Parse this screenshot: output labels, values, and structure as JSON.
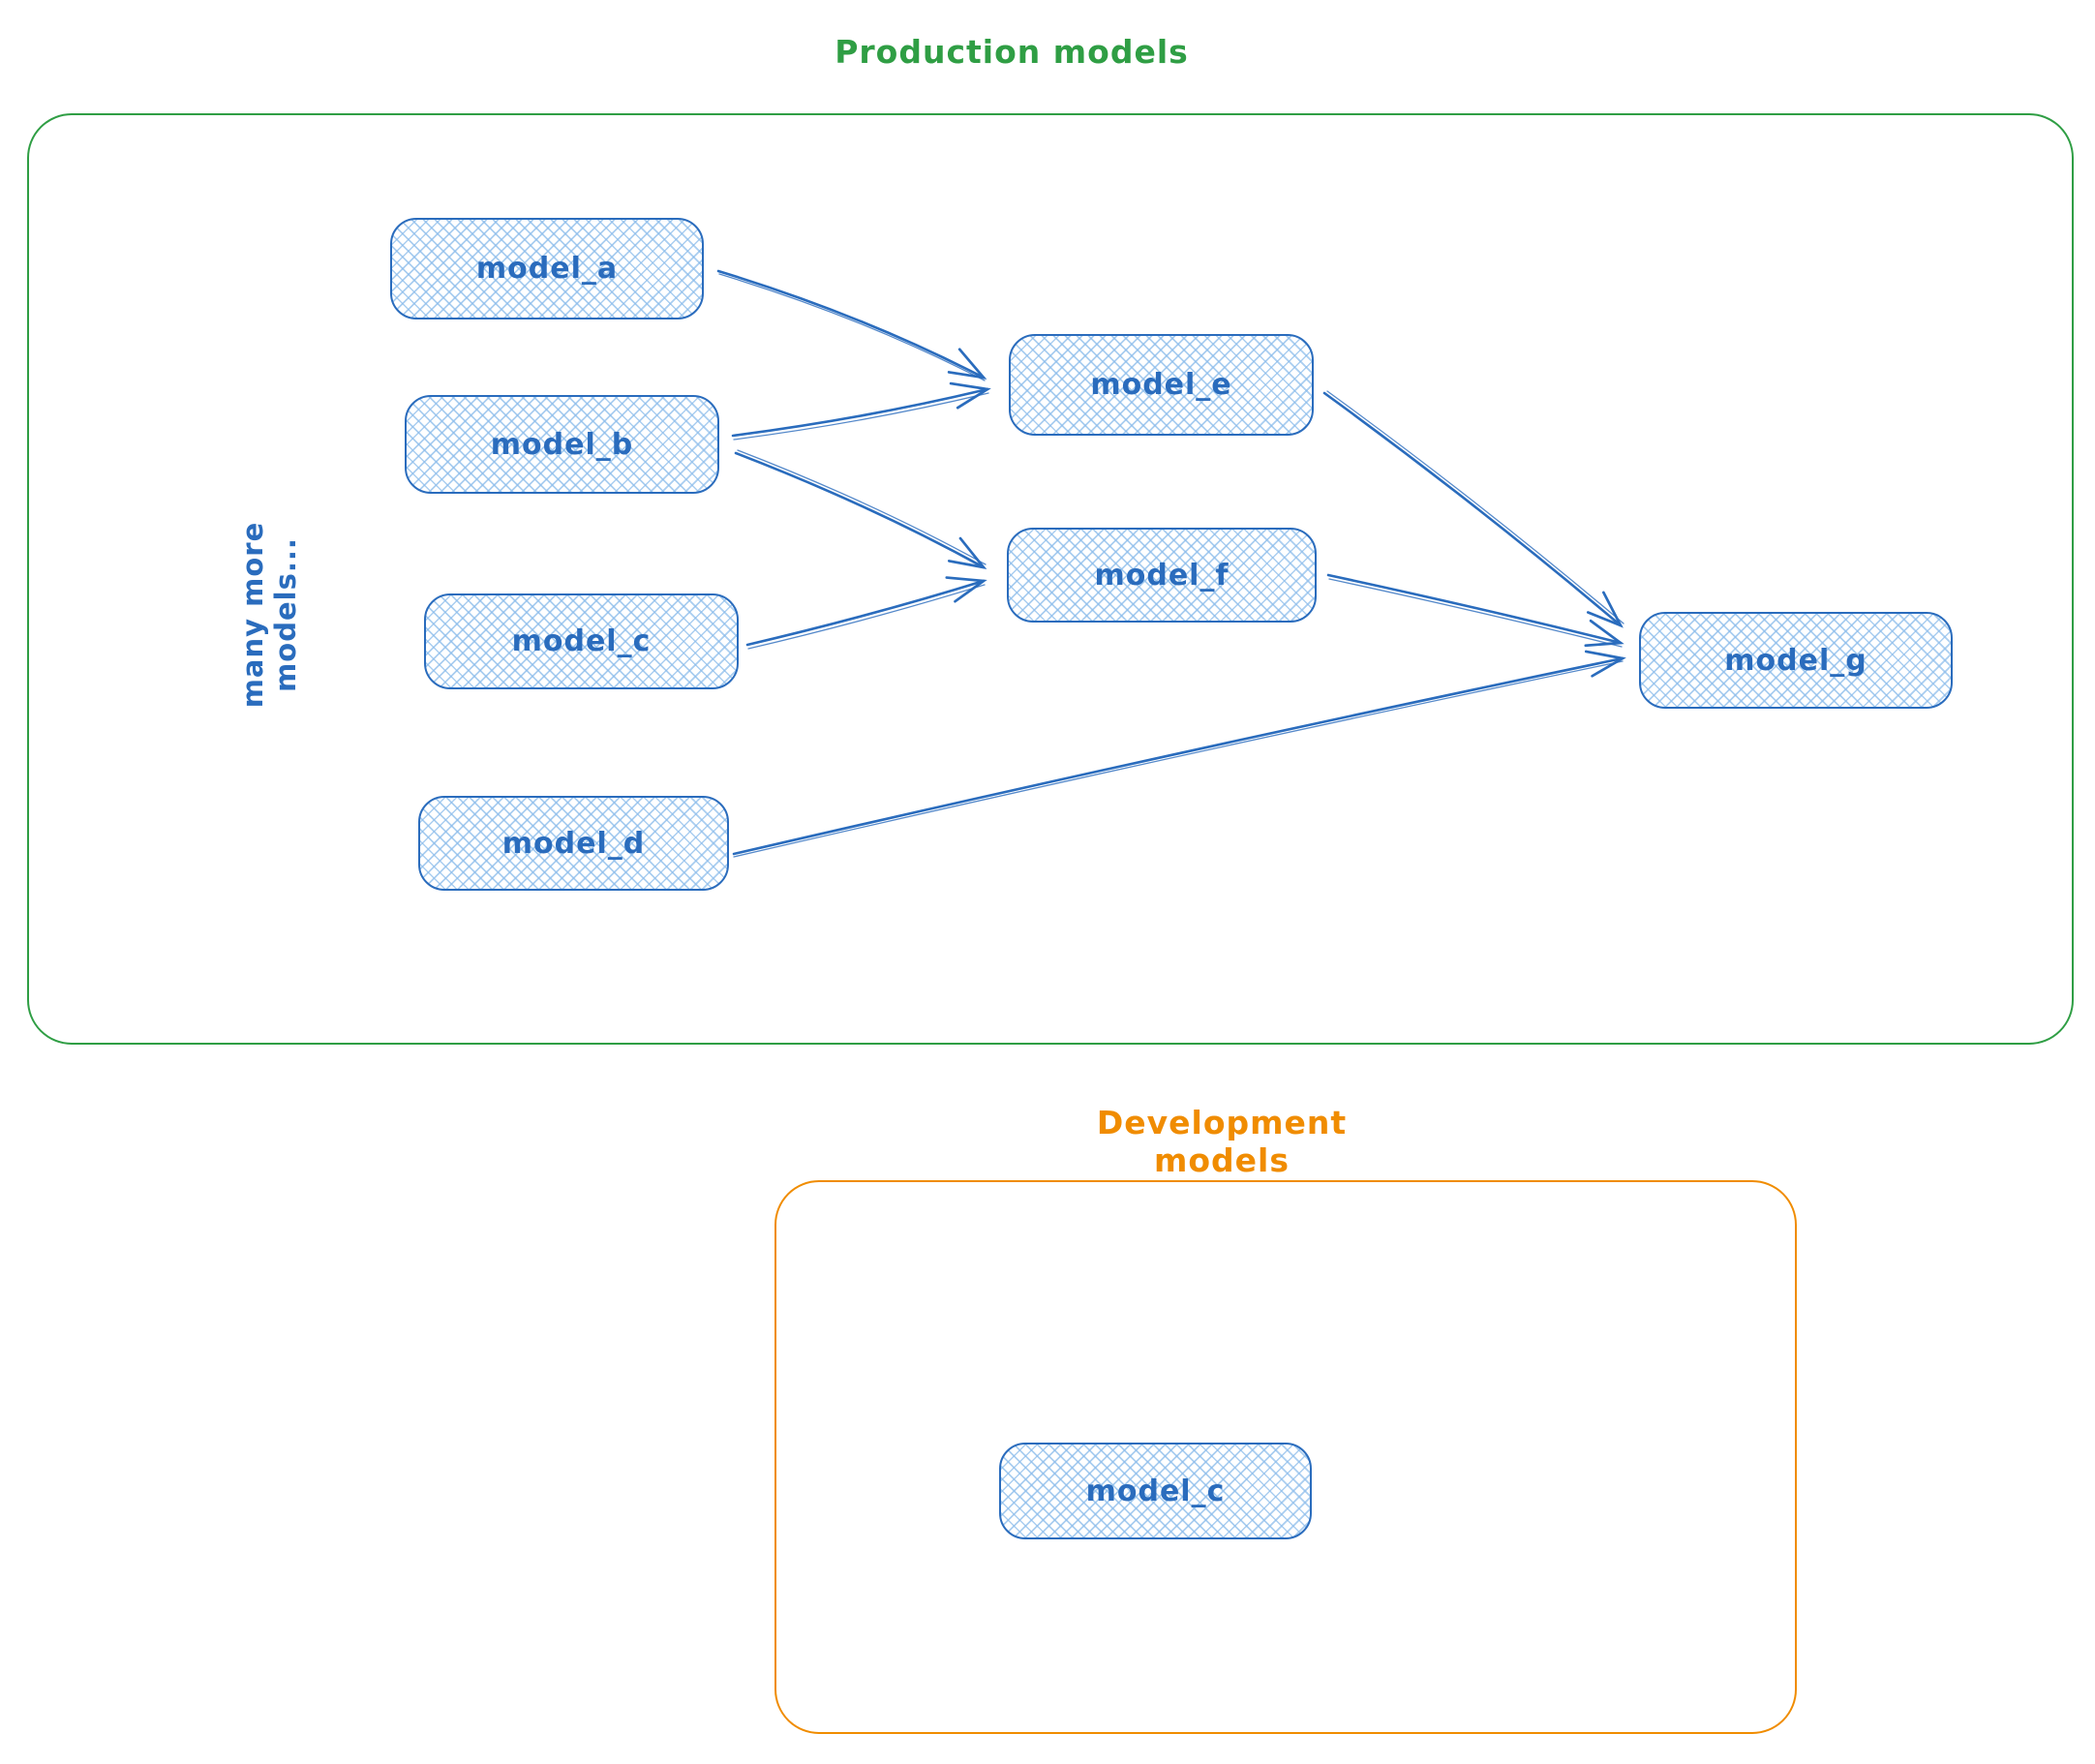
{
  "colors": {
    "node_stroke": "#2a6cbd",
    "node_hatch": "#8dbdeb",
    "node_text": "#2a6cbd",
    "production_border": "#2f9e44",
    "production_title": "#2f9e44",
    "development_border": "#f08c00",
    "development_title": "#f08c00"
  },
  "production": {
    "title": "Production models",
    "side_note": "many more models...",
    "nodes": {
      "model_a": {
        "label": "model_a"
      },
      "model_b": {
        "label": "model_b"
      },
      "model_c": {
        "label": "model_c"
      },
      "model_d": {
        "label": "model_d"
      },
      "model_e": {
        "label": "model_e"
      },
      "model_f": {
        "label": "model_f"
      },
      "model_g": {
        "label": "model_g"
      }
    }
  },
  "development": {
    "title": "Development models",
    "nodes": {
      "model_c": {
        "label": "model_c"
      }
    }
  },
  "edges": [
    {
      "from": "model_a",
      "to": "model_e"
    },
    {
      "from": "model_b",
      "to": "model_e"
    },
    {
      "from": "model_b",
      "to": "model_f"
    },
    {
      "from": "model_c",
      "to": "model_f"
    },
    {
      "from": "model_d",
      "to": "model_g"
    },
    {
      "from": "model_e",
      "to": "model_g"
    },
    {
      "from": "model_f",
      "to": "model_g"
    }
  ]
}
